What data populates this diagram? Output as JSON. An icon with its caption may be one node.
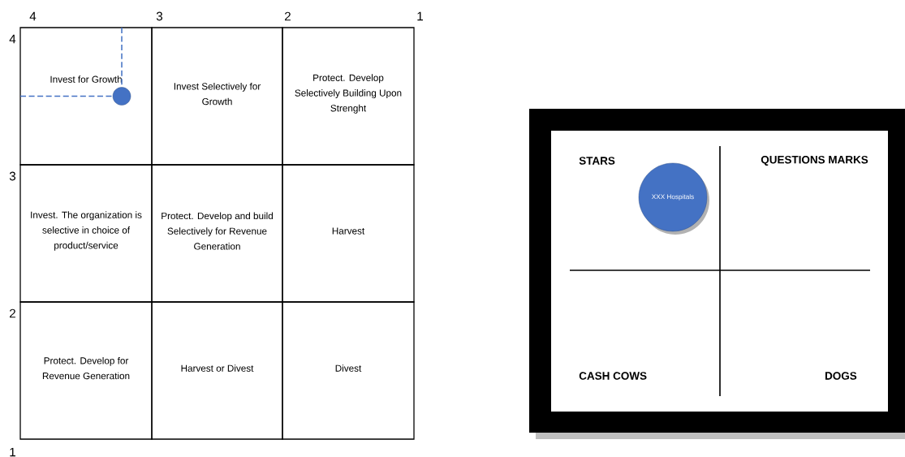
{
  "diagram": {
    "nodes": [
      {
        "text": [
          "Invest for Growth"
        ]
      },
      {
        "text": [
          "Invest Selectively for Growth"
        ]
      },
      {
        "text": [
          "Protect. Develop Selectively Building Upon Strenght"
        ]
      },
      {
        "text": [
          "Invest. The organization is selective in choice of product/service"
        ]
      },
      {
        "text": [
          "Protect. Develop and build Selectively for Revenue Generation"
        ]
      },
      {
        "text": [
          "Harvest"
        ]
      },
      {
        "text": [
          "Protect. Develop for Revenue Generation"
        ]
      },
      {
        "text": [
          "Harvest or Divest"
        ]
      },
      {
        "text": [
          "Divest"
        ]
      },
      {
        "text": [],
        "shape": "circle",
        "in": 0
      },
      {
        "text": [
          "XXX Hospitals"
        ]
      }
    ],
    "labels": [
      "4",
      "3",
      "2",
      "1",
      "4",
      "3",
      "2",
      "1",
      "STARS",
      "QUESTIONS MARKS",
      "CASH COWS",
      "DOGS"
    ]
  }
}
